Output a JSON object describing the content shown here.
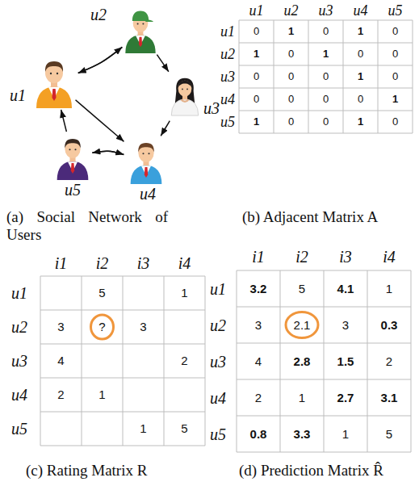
{
  "diagram": {
    "nodes": [
      {
        "text": [
          "u1"
        ]
      },
      {
        "text": [
          "u2"
        ]
      },
      {
        "text": [
          "u3"
        ]
      },
      {
        "text": [
          "u4"
        ]
      },
      {
        "text": [
          "u5"
        ]
      }
    ],
    "edges": [
      {
        "from": 0,
        "to": 1,
        "arrow": "to"
      },
      {
        "from": 0,
        "to": 3,
        "arrow": "to"
      },
      {
        "from": 1,
        "to": 0,
        "arrow": "to"
      },
      {
        "from": 1,
        "to": 2,
        "arrow": "to"
      },
      {
        "from": 2,
        "to": 3,
        "arrow": "to"
      },
      {
        "from": 3,
        "to": 4,
        "arrow": "to"
      },
      {
        "from": 4,
        "to": 0,
        "arrow": "to"
      },
      {
        "from": 4,
        "to": 3,
        "arrow": "to"
      }
    ],
    "labels": [
      "(a) Social Network of Users",
      "(b) Adjacent Matrix A",
      "(c) Rating Matrix R",
      "(d) Prediction Matrix R̂",
      "u1",
      "u2",
      "u3",
      "u4",
      "u5",
      "u1",
      "u2",
      "u3",
      "u4",
      "u5",
      "0",
      "1",
      "0",
      "1",
      "0",
      "1",
      "0",
      "1",
      "0",
      "0",
      "0",
      "0",
      "0",
      "1",
      "0",
      "0",
      "0",
      "0",
      "0",
      "1",
      "1",
      "0",
      "0",
      "1",
      "0",
      "i1",
      "i2",
      "i3",
      "i4",
      "u1",
      "u2",
      "u3",
      "u4",
      "u5",
      "5",
      "1",
      "3",
      "?",
      "3",
      "4",
      "2",
      "2",
      "1",
      "1",
      "5",
      "i1",
      "i2",
      "i3",
      "i4",
      "u1",
      "u2",
      "u3",
      "u4",
      "u5",
      "3.2",
      "5",
      "4.1",
      "1",
      "3",
      "2.1",
      "3",
      "0.3",
      "4",
      "2.8",
      "1.5",
      "2",
      "2",
      "1",
      "2.7",
      "3.1",
      "0.8",
      "3.3",
      "1",
      "5"
    ]
  }
}
